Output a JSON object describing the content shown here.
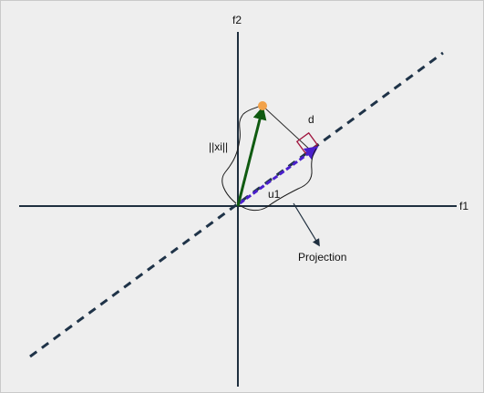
{
  "labels": {
    "f1": "f1",
    "f2": "f2",
    "d": "d",
    "xi_norm": "||xi||",
    "u1": "u1",
    "projection": "Projection"
  },
  "colors": {
    "background": "#eeeeee",
    "axes": "#1f2f3f",
    "dashed_line": "#1f3348",
    "green_vector": "#0f5a10",
    "projection_vector": "#4a1fcc",
    "point": "#f2a24a",
    "right_angle_marker": "#a0153e",
    "annotation": "#111111"
  }
}
